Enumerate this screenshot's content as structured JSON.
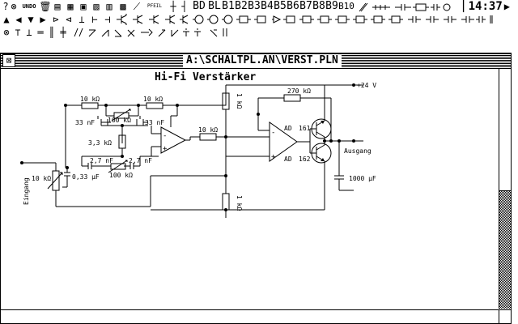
{
  "toolbar": {
    "row1": [
      "?",
      "⊗",
      "UNDO",
      "🗑",
      "▤",
      "▦",
      "▣",
      "▧",
      "▥",
      "▩",
      "⟋",
      "PFEIL",
      "┼",
      "┤",
      "BD",
      "BL",
      "B1",
      "B2",
      "B3",
      "B4",
      "B5",
      "B6",
      "B7",
      "B8",
      "B9",
      "B10"
    ],
    "row2": [
      "▲",
      "◀",
      "▼",
      "▶",
      "⊳",
      "⊲",
      "⊥",
      "⊢",
      "⊣"
    ],
    "row3": [
      "⊗",
      "⊤",
      "⊥",
      "═",
      "║",
      "╪"
    ],
    "clock": "14:37",
    "clock_icon": "clock-icon"
  },
  "window": {
    "title": "A:\\SCHALTPL.AN\\VERST.PLN",
    "close_glyph": "⊠"
  },
  "schematic": {
    "title": "Hi-Fi Verstärker",
    "labels": {
      "r_top_left": "10 kΩ",
      "r_top_right": "10 kΩ",
      "pot_top": "100 kΩ",
      "c_33_left": "33 nF",
      "c_33_right": "33 nF",
      "r_33k": "3,3 kΩ",
      "c_27_left": "2,7 nF",
      "c_27_right": "2,7 nF",
      "pot_bottom": "100 kΩ",
      "c_033": "0,33 µF",
      "pot_input": "10 kΩ",
      "input": "Eingang",
      "r_mid": "10 kΩ",
      "r_vert_top": "1 kΩ",
      "r_vert_bot": "1 kΩ",
      "r_270": "270 kΩ",
      "vcc": "+24 V",
      "ad161_a": "AD",
      "ad161_b": "161",
      "ad162_a": "AD",
      "ad162_b": "162",
      "output": "Ausgang",
      "c_1000": "1000 µF",
      "opamp_minus": "-",
      "opamp_plus": "+"
    }
  }
}
